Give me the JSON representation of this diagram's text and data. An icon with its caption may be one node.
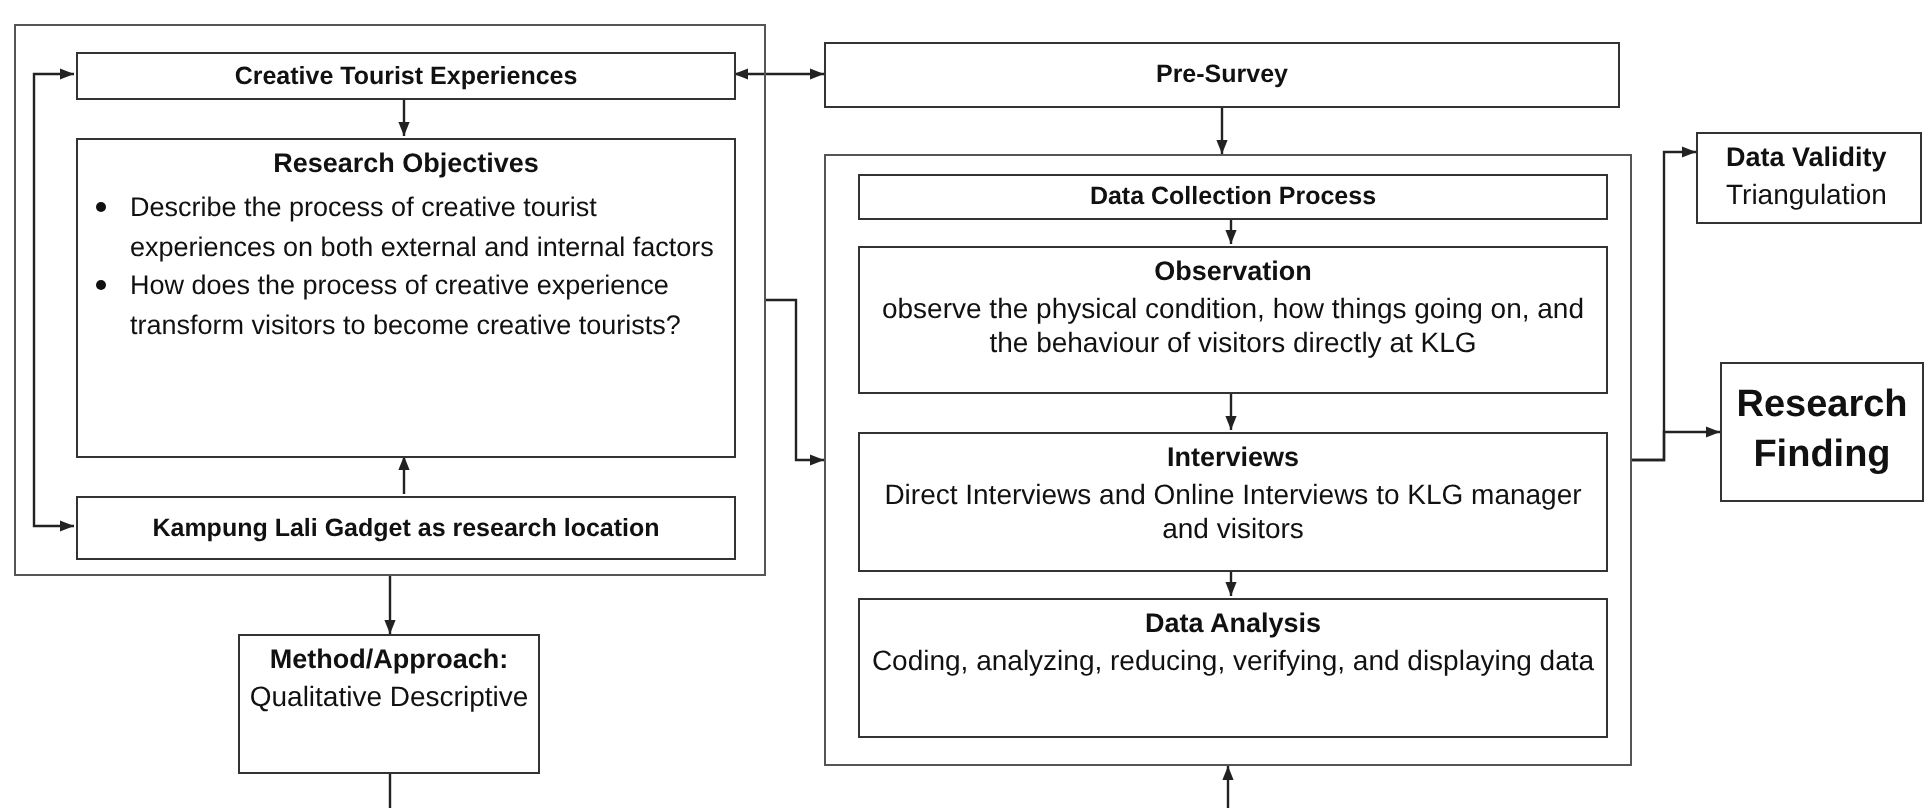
{
  "diagram": {
    "nodes": [
      {
        "text": [],
        "shape": "box"
      },
      {
        "text": [
          "Creative Tourist Experiences"
        ],
        "in": 0
      },
      {
        "text": [
          "Research Objectives",
          "Describe the process of creative tourist experiences on both external and internal factors",
          "How does the process of creative experience transform visitors to become creative tourists?"
        ],
        "in": 0
      },
      {
        "text": [
          "Kampung Lali Gadget as research location"
        ],
        "in": 0
      },
      {
        "text": [
          "Pre-Survey"
        ]
      },
      {
        "text": [
          "Method/Approach:",
          "Qualitative Descriptive"
        ]
      },
      {
        "text": [],
        "shape": "box"
      },
      {
        "text": [
          "Data Collection Process"
        ],
        "in": 6
      },
      {
        "text": [
          "Observation",
          "observe the physical condition, how things going on, and the behaviour of visitors directly at KLG"
        ],
        "in": 6
      },
      {
        "text": [
          "Interviews",
          "Direct Interviews and Online Interviews to KLG manager and visitors"
        ],
        "in": 6
      },
      {
        "text": [
          "Data Analysis",
          "Coding, analyzing, reducing, verifying, and displaying data"
        ],
        "in": 6
      },
      {
        "text": [
          "Data Validity",
          "Triangulation"
        ]
      },
      {
        "text": [
          "Research Finding"
        ]
      }
    ],
    "edges": [
      {
        "from": 1,
        "to": 4,
        "arrow": "both"
      },
      {
        "from": 1,
        "to": 2,
        "arrow": "to"
      },
      {
        "from": 3,
        "to": 2,
        "arrow": "to"
      },
      {
        "from": 3,
        "to": 1,
        "arrow": "both"
      },
      {
        "from": 0,
        "to": 5,
        "arrow": "to"
      },
      {
        "from": 5,
        "to": null,
        "arrow": "none"
      },
      {
        "from": 0,
        "to": 6,
        "arrow": "to"
      },
      {
        "from": 4,
        "to": 6,
        "arrow": "to"
      },
      {
        "from": 7,
        "to": 8,
        "arrow": "to"
      },
      {
        "from": 8,
        "to": 9,
        "arrow": "to"
      },
      {
        "from": 9,
        "to": 10,
        "arrow": "to"
      },
      {
        "from": null,
        "to": 6,
        "arrow": "to"
      },
      {
        "from": 6,
        "to": 11,
        "arrow": "to"
      },
      {
        "from": 6,
        "to": 12,
        "arrow": "to"
      }
    ]
  }
}
